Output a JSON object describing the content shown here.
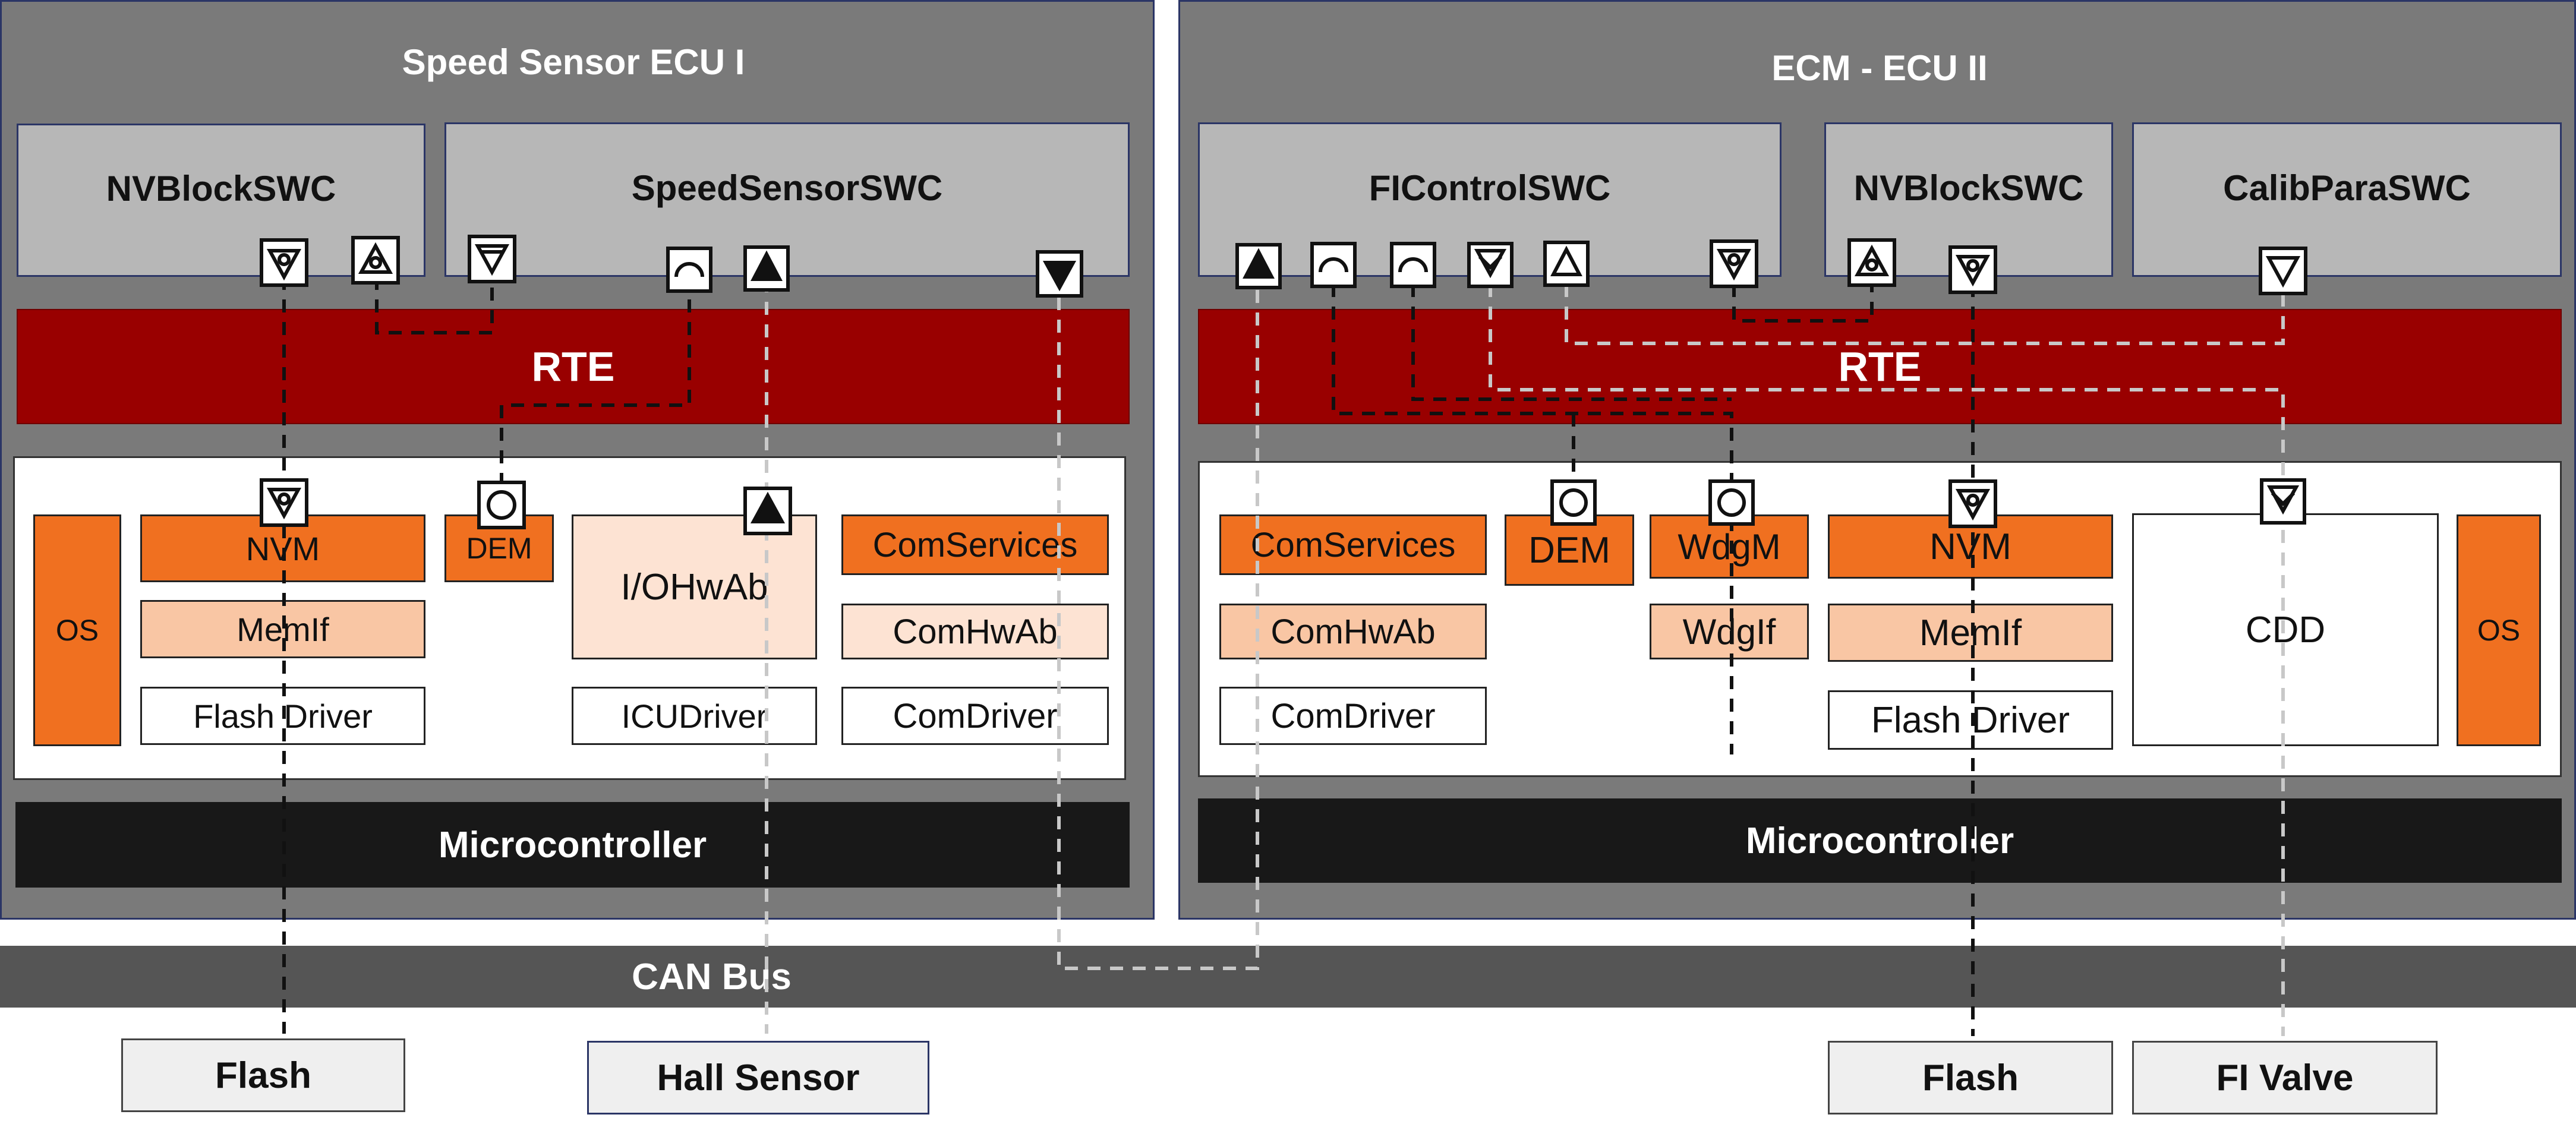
{
  "ecu1": {
    "title": "Speed Sensor ECU I",
    "swcs": [
      "NVBlockSWC",
      "SpeedSensorSWC"
    ],
    "rte": "RTE",
    "modules": {
      "os": "OS",
      "nvm": "NVM",
      "memif": "MemIf",
      "flash_driver": "Flash Driver",
      "dem": "DEM",
      "iohwab": "I/OHwAb",
      "icudriver": "ICUDriver",
      "comservices": "ComServices",
      "comhwab": "ComHwAb",
      "comdriver": "ComDriver"
    },
    "microcontroller": "Microcontroller"
  },
  "ecu2": {
    "title": "ECM - ECU II",
    "swcs": [
      "FIControlSWC",
      "NVBlockSWC",
      "CalibParaSWC"
    ],
    "rte": "RTE",
    "modules": {
      "comservices": "ComServices",
      "comhwab": "ComHwAb",
      "comdriver": "ComDriver",
      "dem": "DEM",
      "wdgm": "WdgM",
      "wdgif": "WdgIf",
      "nvm": "NVM",
      "memif": "MemIf",
      "flash_driver": "Flash Driver",
      "cdd": "CDD",
      "os": "OS"
    },
    "microcontroller": "Microcontroller"
  },
  "can_bus": "CAN Bus",
  "hardware": [
    "Flash",
    "Hall Sensor",
    "Flash",
    "FI Valve"
  ],
  "colors": {
    "ecu_bg": "#7a7a7a",
    "swc_bg": "#b7b7b7",
    "rte": "#990000",
    "module_dark_orange": "#f07020",
    "module_light_orange": "#f9c6a4",
    "module_pale_orange": "#fde3d3",
    "microcontroller": "#181818",
    "can_bus": "#555555"
  }
}
